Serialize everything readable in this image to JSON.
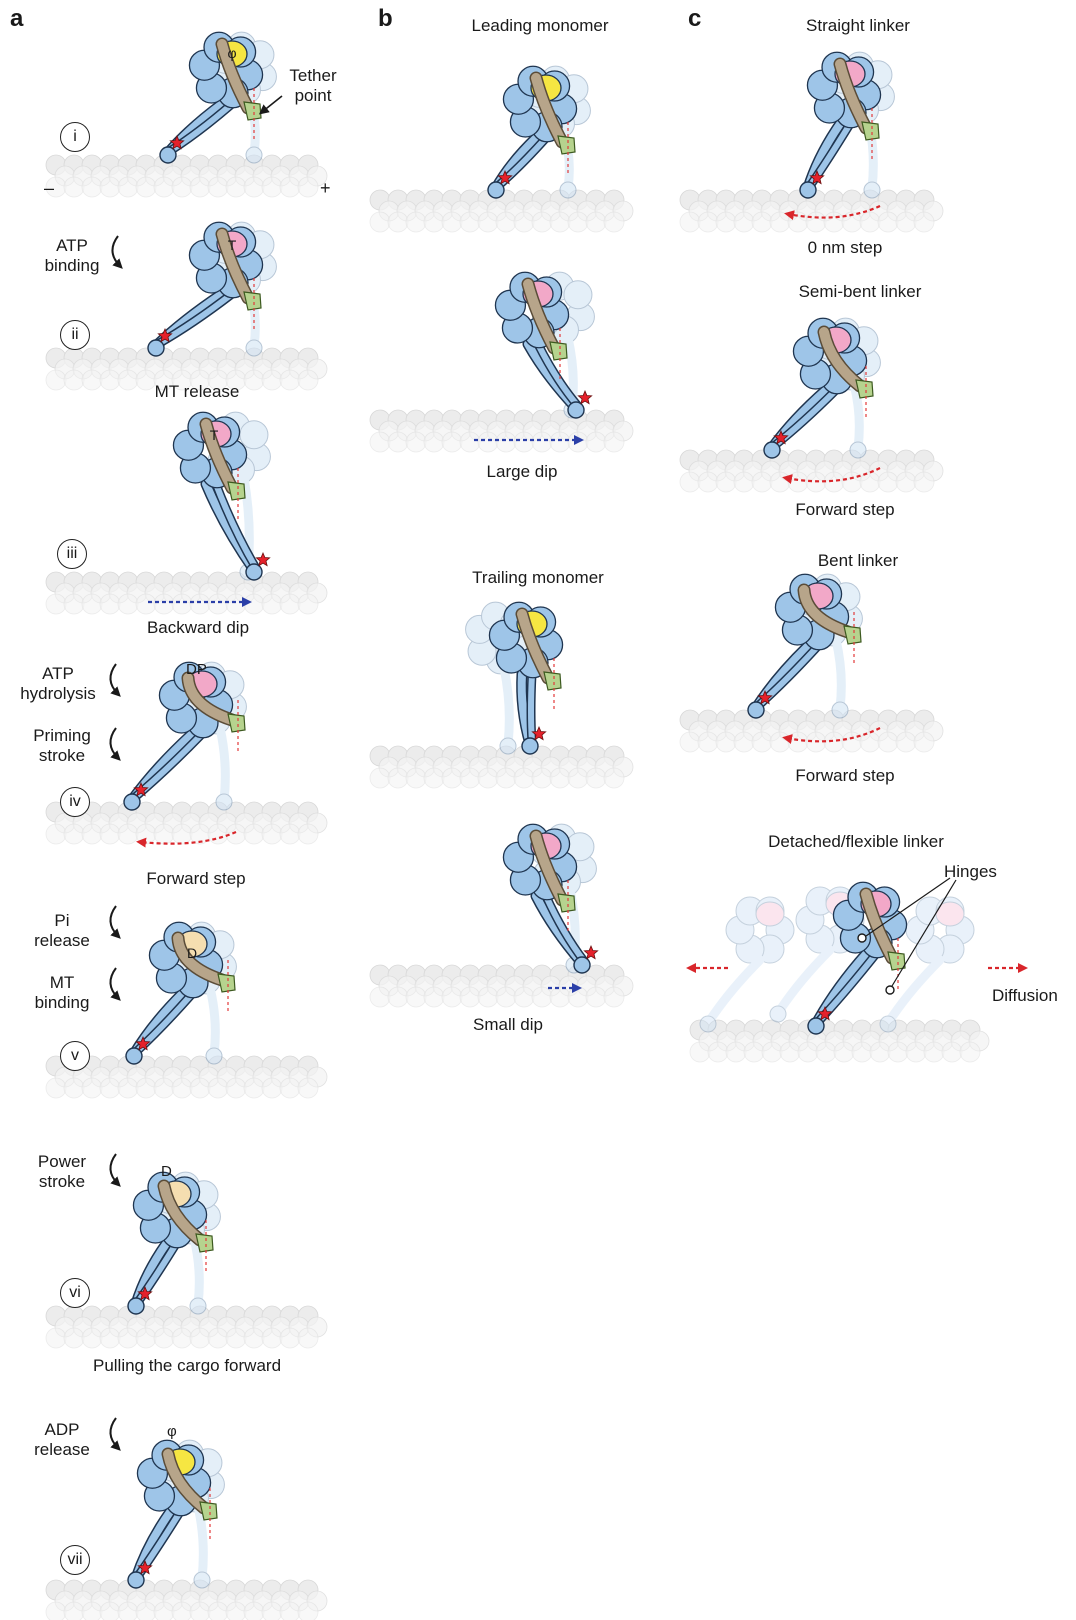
{
  "panels": {
    "a": "a",
    "b": "b",
    "c": "c"
  },
  "panel_a": {
    "states": [
      {
        "roman": "i",
        "nucleotide": "φ",
        "head_color": "#f6e642"
      },
      {
        "roman": "ii",
        "nucleotide": "T",
        "head_color": "#f2a8c8"
      },
      {
        "roman": "iii",
        "nucleotide": "T",
        "head_color": "#f2a8c8"
      },
      {
        "roman": "iv",
        "nucleotide": "",
        "head_color": "#f2a8c8"
      },
      {
        "roman": "v",
        "nucleotide": "D",
        "head_color": "#f5deb0"
      },
      {
        "roman": "vi",
        "nucleotide": "",
        "head_color": "#f5deb0"
      },
      {
        "roman": "vii",
        "nucleotide": "",
        "head_color": "#f6e642"
      }
    ],
    "tether_point": "Tether\npoint",
    "minus_end": "–",
    "plus_end": "+",
    "side_labels": {
      "atp_binding": "ATP\nbinding",
      "atp_hydrolysis": "ATP\nhydrolysis",
      "priming_stroke": "Priming\nstroke",
      "pi_release": "Pi\nrelease",
      "mt_binding": "MT\nbinding",
      "power_stroke": "Power\nstroke",
      "adp_release": "ADP\nrelease"
    },
    "captions": {
      "mt_release": "MT release",
      "backward_dip": "Backward dip",
      "forward_step": "Forward step",
      "pulling": "Pulling the cargo forward"
    },
    "annotations": {
      "dp": "DP",
      "d_vi": "D",
      "phi_vii": "φ"
    }
  },
  "panel_b": {
    "leading_title": "Leading monomer",
    "large_dip": "Large dip",
    "trailing_title": "Trailing monomer",
    "small_dip": "Small dip"
  },
  "panel_c": {
    "straight_title": "Straight linker",
    "zero_step": "0 nm step",
    "semi_title": "Semi-bent linker",
    "forward_step_1": "Forward step",
    "bent_title": "Bent linker",
    "forward_step_2": "Forward step",
    "detached_title": "Detached/flexible linker",
    "hinges": "Hinges",
    "diffusion": "Diffusion"
  },
  "colors": {
    "ring_blue": "#9ec5e8",
    "ring_outline": "#1f3550",
    "linker": "#b7a58a",
    "tether_green": "#b6d38e",
    "star_red": "#e5212b",
    "forward_arrow": "#d9262b",
    "backward_arrow": "#2b3fa8",
    "tether_line": "#e23a3a",
    "microtubule": "#e6e6e6"
  }
}
